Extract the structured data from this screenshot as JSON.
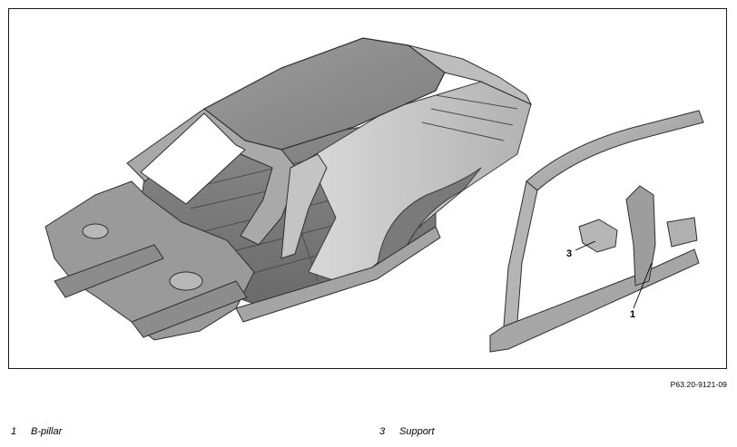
{
  "figure": {
    "callouts": [
      {
        "number": "1",
        "part": "B-pillar"
      },
      {
        "number": "3",
        "part": "Support"
      }
    ],
    "reference_code": "P63.20-9121-09"
  },
  "legend": [
    {
      "number": "1",
      "label": "B-pillar"
    },
    {
      "number": "3",
      "label": "Support"
    }
  ]
}
